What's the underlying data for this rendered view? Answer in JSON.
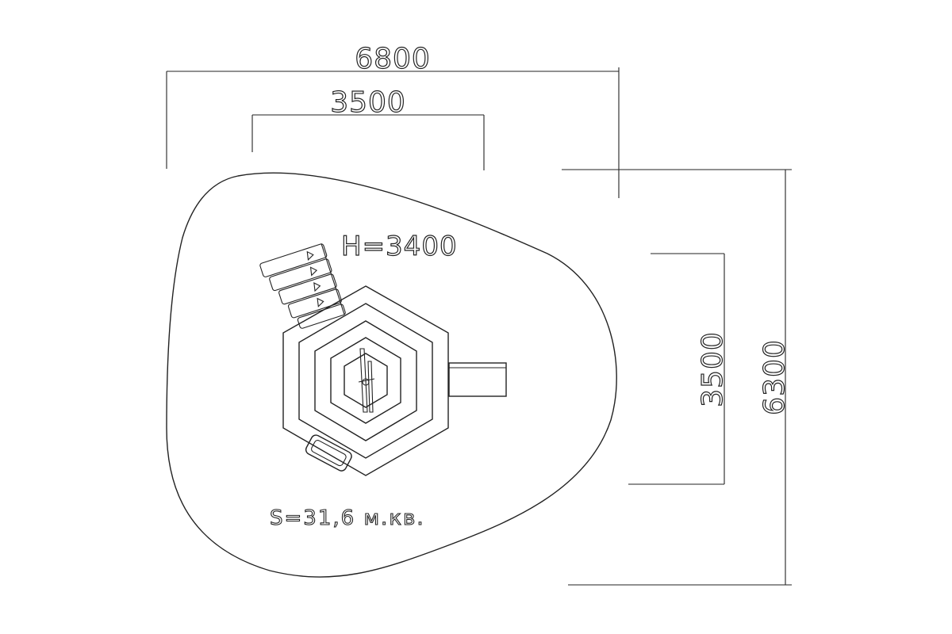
{
  "dimensions": {
    "overall_width": "6800",
    "inner_width": "3500",
    "inner_height": "3500",
    "overall_height": "6300"
  },
  "labels": {
    "height": "H=3400",
    "area": "S=31,6 м.кв."
  },
  "colors": {
    "line": "#222222",
    "background": "#ffffff"
  }
}
